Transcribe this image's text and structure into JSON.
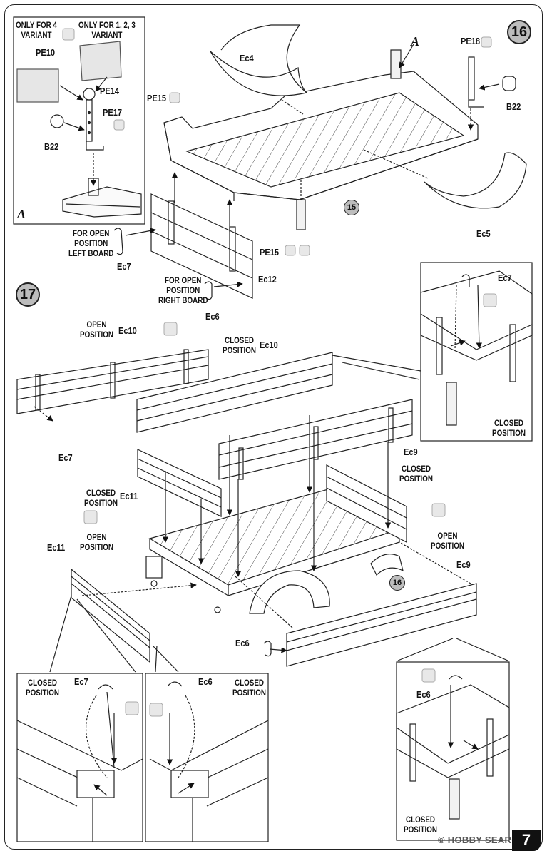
{
  "page_number": "7",
  "watermark": "© HOBBY SEARCH",
  "step16": {
    "number": "16",
    "inset_variant_a": "ONLY FOR 4\nVARIANT",
    "inset_variant_b": "ONLY FOR 1, 2, 3\nVARIANT",
    "inset_letter": "A",
    "detail_letter": "A",
    "parts": {
      "pe10": "PE10",
      "pe14": "PE14",
      "pe17": "PE17",
      "b22_inset": "B22",
      "ec4": "Ec4",
      "pe15_left": "PE15",
      "pe15_bottom": "PE15",
      "pe18": "PE18",
      "b22": "B22",
      "ec5": "Ec5",
      "ec12": "Ec12",
      "ec7": "Ec7",
      "ec6": "Ec6"
    },
    "ref_15": "15",
    "note_left": "FOR OPEN\nPOSITION\nLEFT BOARD",
    "note_right": "FOR OPEN\nPOSITION\nRIGHT BOARD"
  },
  "step17": {
    "number": "17",
    "ref_16": "16",
    "parts": {
      "ec10_open": "Ec10",
      "ec10_closed": "Ec10",
      "ec7_left": "Ec7",
      "ec9_closed": "Ec9",
      "ec11_closed": "Ec11",
      "ec11_open": "Ec11",
      "ec9_open": "Ec9",
      "ec6": "Ec6",
      "ec7_detail_right": "Ec7",
      "ec7_detail_bl": "Ec7",
      "ec6_detail_bm": "Ec6",
      "ec6_detail_br": "Ec6"
    },
    "labels": {
      "open_ec10": "OPEN\nPOSITION",
      "closed_ec10": "CLOSED\nPOSITION",
      "closed_ec9": "CLOSED\nPOSITION",
      "closed_ec11": "CLOSED\nPOSITION",
      "open_ec11": "OPEN\nPOSITION",
      "open_ec9": "OPEN\nPOSITION",
      "detail_right": "CLOSED\nPOSITION",
      "detail_bl": "CLOSED\nPOSITION",
      "detail_bm": "CLOSED\nPOSITION",
      "detail_br": "CLOSED\nPOSITION"
    }
  }
}
